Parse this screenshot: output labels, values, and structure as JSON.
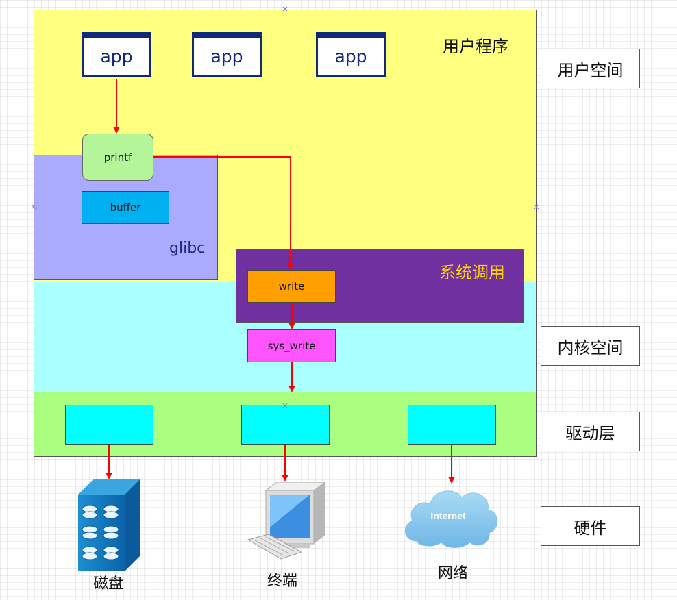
{
  "regions": {
    "user_program": {
      "label": "用户程序",
      "color": "#ffff80"
    },
    "glibc": {
      "label": "glibc",
      "color": "#aaaaff"
    },
    "system_call": {
      "label": "系统调用",
      "color": "#7030a0",
      "label_color": "#ffd400"
    },
    "kernel_space": {
      "color": "#aaffff"
    },
    "driver_layer": {
      "color": "#aaff80"
    }
  },
  "apps": [
    "app",
    "app",
    "app"
  ],
  "boxes": {
    "printf": {
      "label": "printf",
      "color": "#b5f59a"
    },
    "buffer": {
      "label": "buffer",
      "color": "#00b0f0"
    },
    "write": {
      "label": "write",
      "color": "#ffa000"
    },
    "sys_write": {
      "label": "sys_write",
      "color": "#ff55ff"
    }
  },
  "driver_boxes_color": "#00ffff",
  "side_labels": {
    "user_space": "用户空间",
    "kernel_space": "内核空间",
    "driver_layer": "驱动层",
    "hardware": "硬件"
  },
  "hardware": {
    "disk": {
      "label": "磁盘",
      "icon": "disk-server-icon"
    },
    "terminal": {
      "label": "终端",
      "icon": "computer-terminal-icon"
    },
    "network": {
      "label": "网络",
      "icon": "internet-cloud-icon",
      "cloud_text": "Internet"
    }
  },
  "arrow_color": "#ff0000"
}
